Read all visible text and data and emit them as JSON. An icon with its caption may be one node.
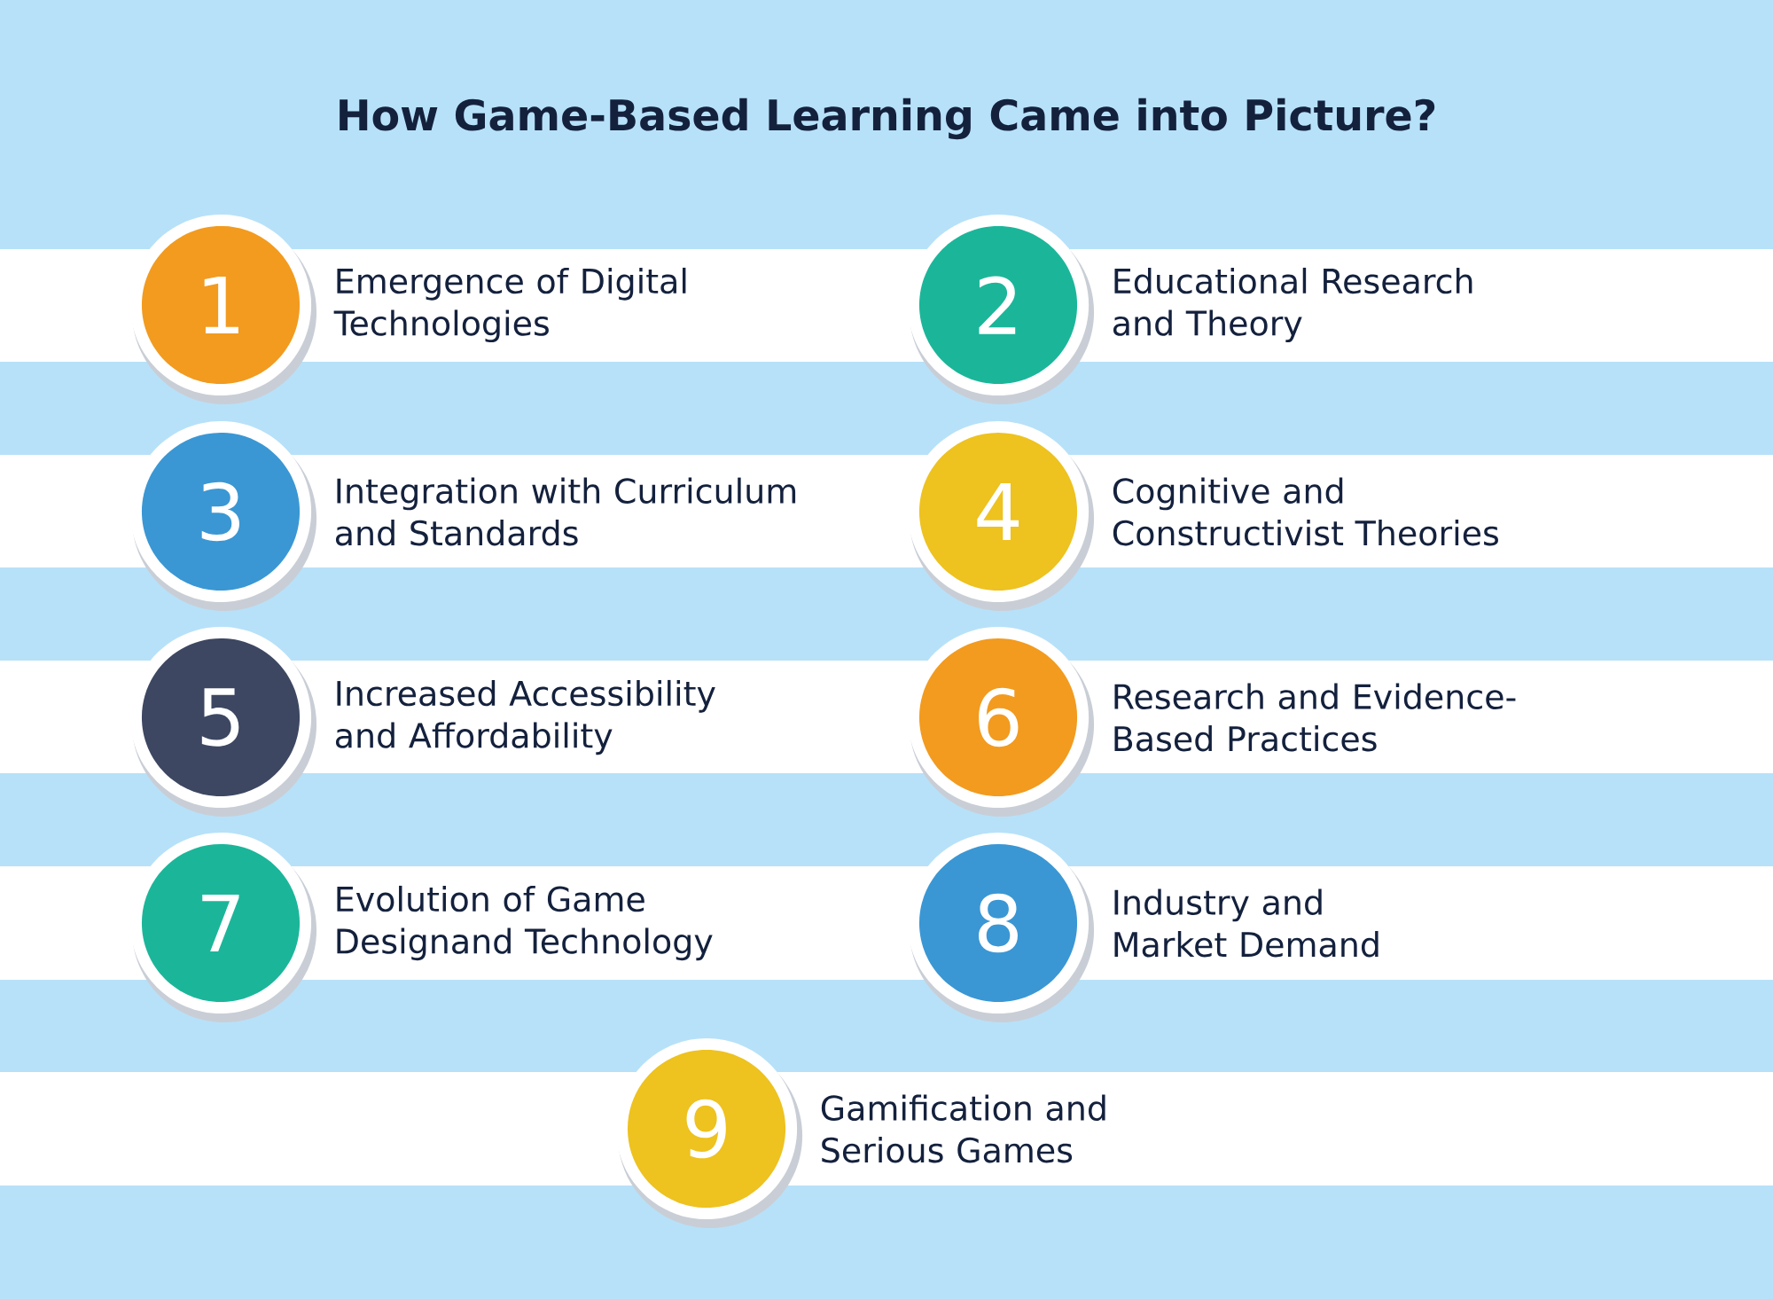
{
  "diagram": {
    "title": "How Game-Based Learning Came into Picture?",
    "nodes": [
      {
        "text": [
          "1"
        ],
        "beside": [
          "Emergence of Digital Technologies"
        ]
      },
      {
        "text": [
          "2"
        ],
        "beside": [
          "Educational Research and Theory"
        ]
      },
      {
        "text": [
          "3"
        ],
        "beside": [
          "Integration with Curriculum and Standards"
        ]
      },
      {
        "text": [
          "4"
        ],
        "beside": [
          "Cognitive and Constructivist Theories"
        ]
      },
      {
        "text": [
          "5"
        ],
        "beside": [
          "Increased Accessibility and Affordability"
        ]
      },
      {
        "text": [
          "6"
        ],
        "beside": [
          "Research and Evidence-Based Practices"
        ]
      },
      {
        "text": [
          "7"
        ],
        "beside": [
          "Evolution of Game Designand Technology"
        ]
      },
      {
        "text": [
          "8"
        ],
        "beside": [
          "Industry and Market Demand"
        ]
      },
      {
        "text": [
          "9"
        ],
        "beside": [
          "Gamification and Serious Games"
        ]
      }
    ]
  }
}
